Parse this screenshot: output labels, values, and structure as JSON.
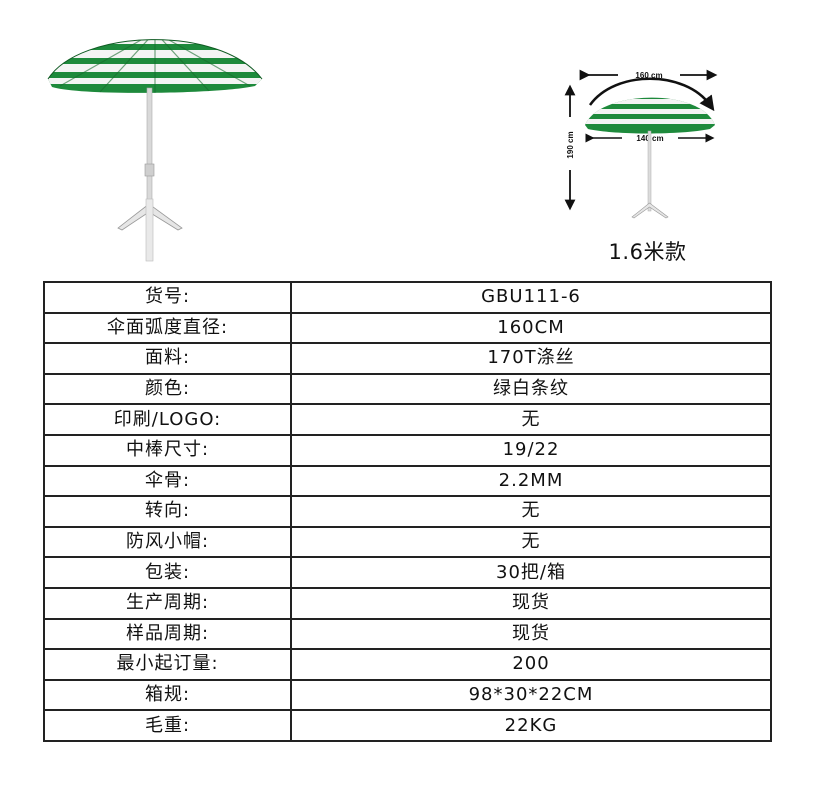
{
  "dims": {
    "top": "160 cm",
    "inner": "140 cm",
    "height": "190 cm"
  },
  "model_label": "1.6米款",
  "colors": {
    "stripe_green": "#1e8a3c",
    "stripe_white": "#f4f4f4",
    "border": "#222222"
  },
  "spec_rows": [
    {
      "key": "货号:",
      "value": "GBU111-6"
    },
    {
      "key": "伞面弧度直径:",
      "value": "160CM"
    },
    {
      "key": "面料:",
      "value": "170T涤丝"
    },
    {
      "key": "颜色:",
      "value": "绿白条纹"
    },
    {
      "key": "印刷/LOGO:",
      "value": "无"
    },
    {
      "key": "中棒尺寸:",
      "value": "19/22"
    },
    {
      "key": "伞骨:",
      "value": "2.2MM"
    },
    {
      "key": "转向:",
      "value": "无"
    },
    {
      "key": "防风小帽:",
      "value": "无"
    },
    {
      "key": "包装:",
      "value": "30把/箱"
    },
    {
      "key": "生产周期:",
      "value": "现货"
    },
    {
      "key": "样品周期:",
      "value": "现货"
    },
    {
      "key": "最小起订量:",
      "value": "200"
    },
    {
      "key": "箱规:",
      "value": "98*30*22CM"
    },
    {
      "key": "毛重:",
      "value": "22KG"
    }
  ]
}
